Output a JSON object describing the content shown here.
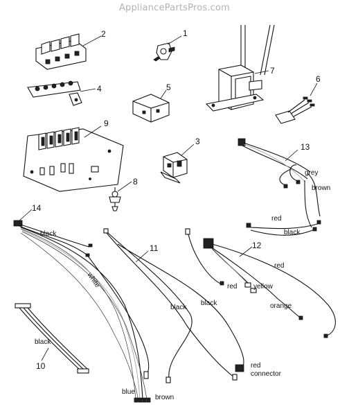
{
  "header": {
    "site_title": "AppliancePartsPros.com"
  },
  "parts": [
    {
      "number": "1"
    },
    {
      "number": "2"
    },
    {
      "number": "3"
    },
    {
      "number": "4"
    },
    {
      "number": "5"
    },
    {
      "number": "6"
    },
    {
      "number": "7"
    },
    {
      "number": "8"
    },
    {
      "number": "9"
    },
    {
      "number": "10"
    },
    {
      "number": "11"
    },
    {
      "number": "12"
    },
    {
      "number": "13"
    },
    {
      "number": "14"
    }
  ],
  "wire_labels": {
    "p13_grey": "grey",
    "p13_brown": "brown",
    "p13_red": "red",
    "p13_black": "black",
    "p14_black": "black",
    "p14_white": "white",
    "p14_blue": "blue",
    "p14_brown": "brown",
    "p11_black_1": "black",
    "p11_black_2": "black",
    "p11_red_connector": "red connector",
    "p12_red_1": "red",
    "p12_red_2": "red",
    "p12_yellow": "yellow",
    "p12_orange": "orange",
    "p10_black": "black"
  }
}
